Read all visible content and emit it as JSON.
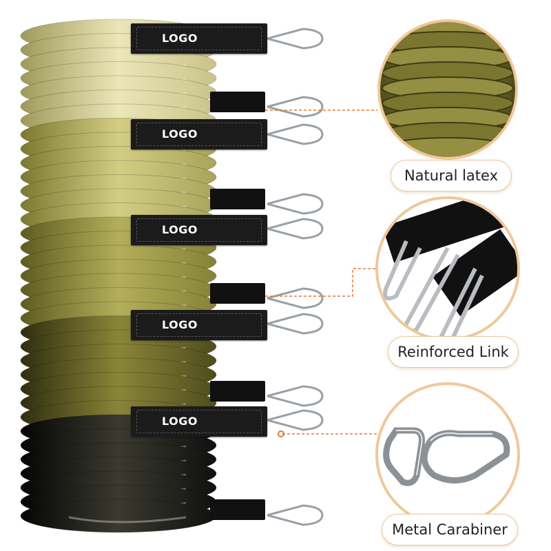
{
  "tags": [
    {
      "label": "LOGO"
    },
    {
      "label": "LOGO"
    },
    {
      "label": "LOGO"
    },
    {
      "label": "LOGO"
    },
    {
      "label": "LOGO"
    }
  ],
  "callouts": [
    {
      "label": "Natural latex"
    },
    {
      "label": "Reinforced Link"
    },
    {
      "label": "Metal Carabiner"
    }
  ],
  "colors": {
    "band_1": "#d6d09a",
    "band_2": "#b5b066",
    "band_3": "#8d8a3a",
    "band_4": "#5c5a24",
    "band_5": "#151510",
    "accent": "#e8792b"
  }
}
